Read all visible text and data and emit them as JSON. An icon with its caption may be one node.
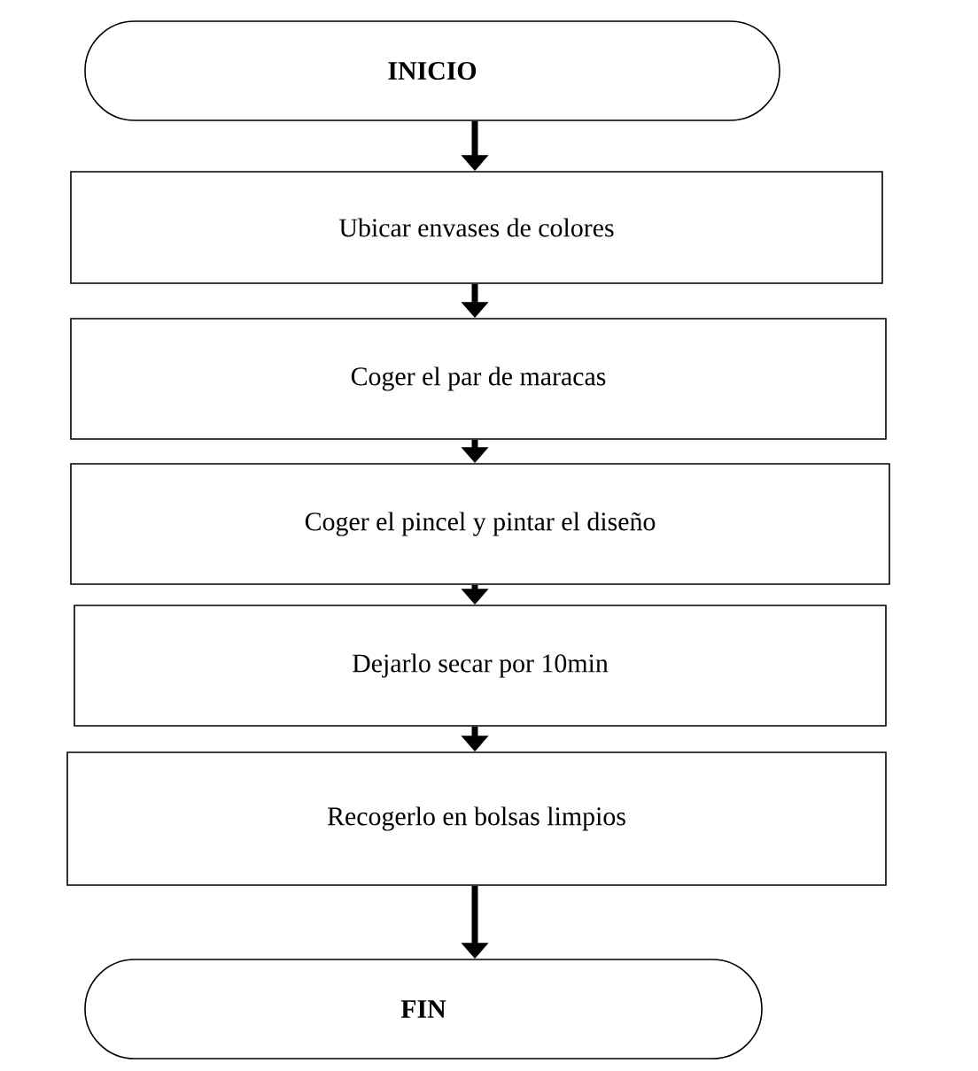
{
  "diagram": {
    "nodes": [
      {
        "text": [
          "INICIO"
        ]
      },
      {
        "text": [
          "Ubicar envases de colores"
        ]
      },
      {
        "text": [
          "Coger el par de maracas"
        ]
      },
      {
        "text": [
          "Coger el pincel y pintar el diseño"
        ]
      },
      {
        "text": [
          "Dejarlo secar por 10min"
        ]
      },
      {
        "text": [
          "Recogerlo en bolsas limpios"
        ]
      },
      {
        "text": [
          "FIN"
        ]
      }
    ],
    "edges": [
      {
        "from": 0,
        "to": 1,
        "arrow": "to"
      },
      {
        "from": 1,
        "to": 2,
        "arrow": "to"
      },
      {
        "from": 2,
        "to": 3,
        "arrow": "to"
      },
      {
        "from": 3,
        "to": 4,
        "arrow": "to"
      },
      {
        "from": 4,
        "to": 5,
        "arrow": "to"
      },
      {
        "from": 5,
        "to": 6,
        "arrow": "to"
      }
    ]
  }
}
